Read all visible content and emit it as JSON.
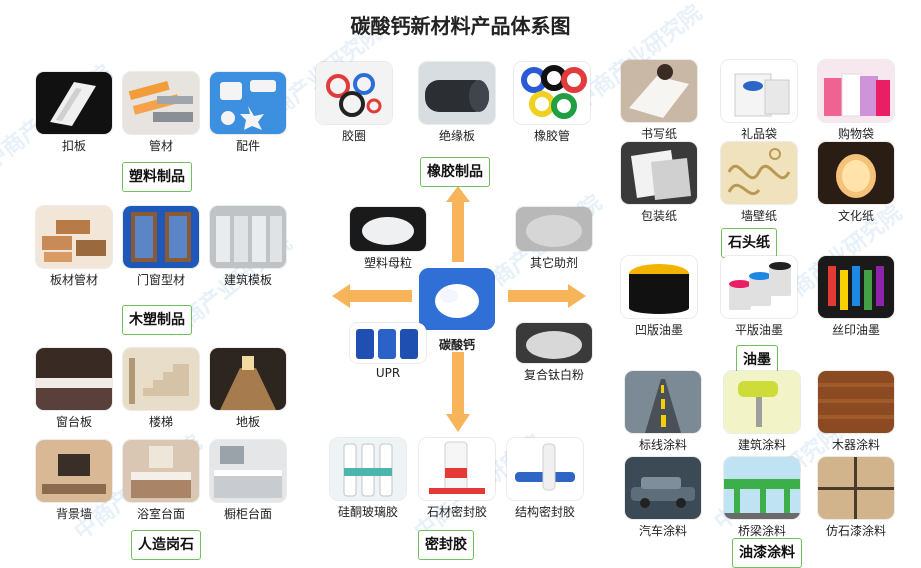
{
  "title": "碳酸钙新材料产品体系图",
  "watermark": "中商产业研究院",
  "center": {
    "label": "碳酸钙"
  },
  "categories": {
    "plastic": "塑料制品",
    "rubber": "橡胶制品",
    "stone_paper": "石头纸",
    "wood_plastic": "木塑制品",
    "ink": "油墨",
    "artificial_stone": "人造岗石",
    "sealant": "密封胶",
    "coating": "油漆涂料"
  },
  "items": {
    "koban": "扣板",
    "guancai": "管材",
    "peijian": "配件",
    "jiaoquan": "胶圈",
    "jueyuanban": "绝缘板",
    "xiangjiaoguan": "橡胶管",
    "shuxiezhi": "书写纸",
    "lipindai": "礼品袋",
    "gouwudai": "购物袋",
    "baozhuangzhi": "包装纸",
    "qiangbizhi": "墙壁纸",
    "wenhuazhi": "文化纸",
    "bancai": "板材管材",
    "menchuang": "门窗型材",
    "jianzhumuban": "建筑模板",
    "suliaomuli": "塑料母粒",
    "qitazhuji": "其它助剂",
    "upr": "UPR",
    "fuhetai": "复合钛白粉",
    "aoban": "凹版油墨",
    "pingban": "平版油墨",
    "siyin": "丝印油墨",
    "chuangtaiban": "窗台板",
    "louti": "楼梯",
    "diban": "地板",
    "beijingqiang": "背景墙",
    "yushitaimian": "浴室台面",
    "chuguitaimian": "橱柜台面",
    "guitong": "硅酮玻璃胶",
    "shicai": "石材密封胶",
    "jiegou": "结构密封胶",
    "biaoxian": "标线涂料",
    "jianzhutuliao": "建筑涂料",
    "muqi": "木器涂料",
    "qiche": "汽车涂料",
    "qiaoliang": "桥梁涂料",
    "fangshiqi": "仿石漆涂料"
  },
  "colors": {
    "arrow": "#f7b45a",
    "border": "#6fbf5a",
    "center_bg": "#2f6fd6"
  }
}
